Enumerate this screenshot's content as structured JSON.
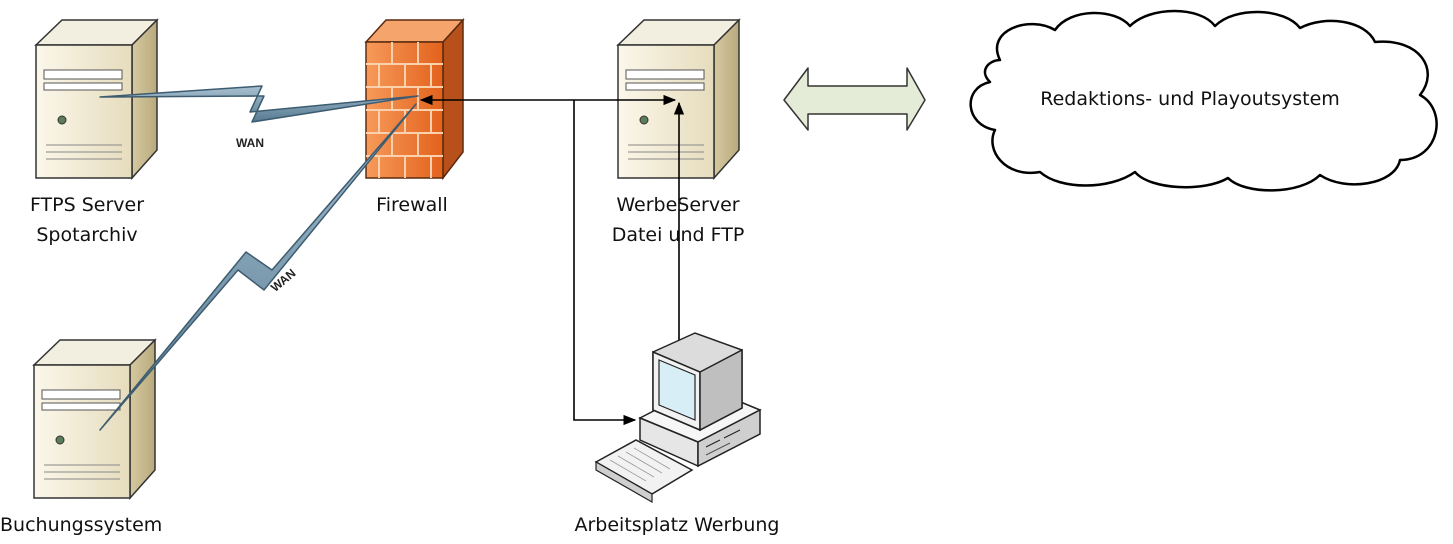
{
  "nodes": {
    "ftps": {
      "line1": "FTPS Server",
      "line2": "Spotarchiv",
      "icon": "server-icon"
    },
    "firewall": {
      "label": "Firewall",
      "icon": "firewall-icon"
    },
    "werbeserver": {
      "line1": "WerbeServer",
      "line2": "Datei und FTP",
      "icon": "server-icon"
    },
    "cloud": {
      "label": "Redaktions- und Playoutsystem",
      "icon": "cloud-icon"
    },
    "buchung": {
      "label": "Buchungssystem",
      "icon": "server-icon"
    },
    "arbeitsplatz": {
      "label": "Arbeitsplatz Werbung",
      "icon": "workstation-icon"
    }
  },
  "links": {
    "wan_top": "WAN",
    "wan_bottom": "WAN"
  },
  "colors": {
    "server_body": "#f2ecd6",
    "firewall": "#f07a33",
    "wan_line": "#6f8ea3",
    "double_arrow": "#e4ecd7"
  }
}
